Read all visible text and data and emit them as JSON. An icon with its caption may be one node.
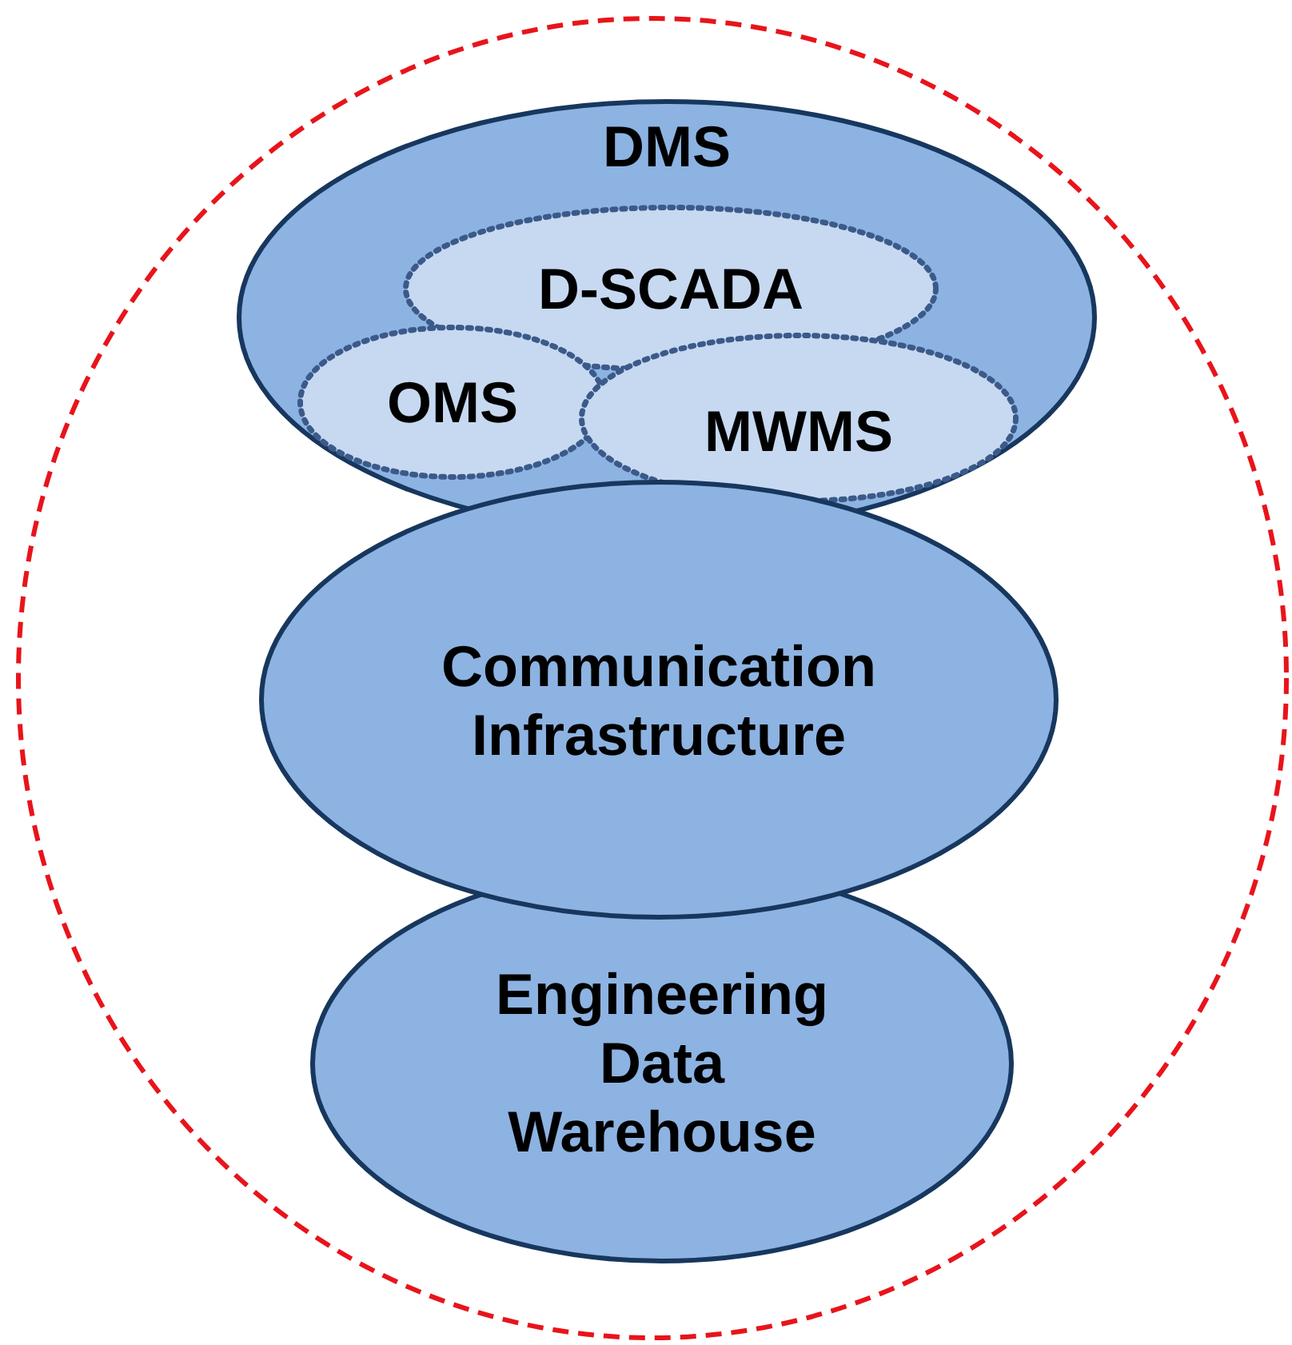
{
  "diagram": {
    "nodes": [
      {
        "text": [],
        "shape": "circle"
      },
      {
        "text": [
          "DMS"
        ],
        "in": 0
      },
      {
        "text": [
          "D-SCADA"
        ],
        "in": 1
      },
      {
        "text": [
          "OMS"
        ],
        "in": 1
      },
      {
        "text": [
          "MWMS"
        ],
        "in": 1
      },
      {
        "text": [
          "Communication Infrastructure"
        ],
        "in": 0
      },
      {
        "text": [
          "Engineering Data Warehouse"
        ],
        "in": 0
      }
    ]
  }
}
